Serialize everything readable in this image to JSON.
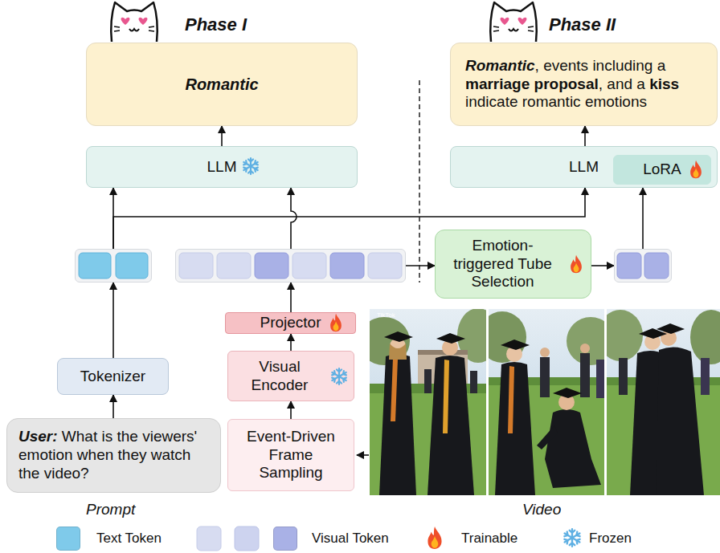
{
  "diagram": {
    "nodes": [
      {
        "text": [
          "Romantic"
        ]
      },
      {
        "text": [
          "LLM"
        ]
      },
      {
        "text": [
          "Romantic",
          ", events including a",
          "marriage proposal",
          ", and a",
          "kiss",
          "indicate romantic emotions"
        ]
      },
      {
        "text": [
          "LLM"
        ]
      },
      {
        "text": [
          "LoRA"
        ],
        "in": 3
      },
      {
        "text": []
      },
      {
        "text": []
      },
      {
        "text": [
          "Emotion-triggered Tube Selection"
        ]
      },
      {
        "text": []
      },
      {
        "text": [
          "Projector"
        ]
      },
      {
        "text": [
          "Tokenizer"
        ]
      },
      {
        "text": [
          "Visual Encoder"
        ]
      },
      {
        "text": [
          "User:",
          "What is the viewers' emotion when they watch the video?"
        ]
      },
      {
        "text": [
          "Event-Driven Frame Sampling"
        ]
      }
    ],
    "edges": [
      {
        "from": 1,
        "to": 0,
        "arrow": "to"
      },
      {
        "from": 5,
        "to": 1,
        "arrow": "to"
      },
      {
        "from": 6,
        "to": 1,
        "arrow": "to"
      },
      {
        "from": 5,
        "to": 3,
        "arrow": "to"
      },
      {
        "from": 8,
        "to": 3,
        "arrow": "to"
      },
      {
        "from": 6,
        "to": 7,
        "arrow": "to"
      },
      {
        "from": 7,
        "to": 8,
        "arrow": "to"
      },
      {
        "from": 10,
        "to": 5,
        "arrow": "to"
      },
      {
        "from": 12,
        "to": 10,
        "arrow": "to"
      },
      {
        "from": 9,
        "to": 6,
        "arrow": "to"
      },
      {
        "from": 11,
        "to": 9,
        "arrow": "to"
      },
      {
        "from": 13,
        "to": 11,
        "arrow": "to"
      },
      {
        "from": 3,
        "to": 2,
        "arrow": "to"
      }
    ],
    "labels": [
      "Phase I",
      "Phase II",
      "Prompt",
      "Video",
      "TikTok"
    ],
    "legend": [
      {
        "text": "Text Token",
        "color": "#7fcaea"
      },
      {
        "text": "Visual Token",
        "color": "#a9b1e6"
      },
      {
        "text": "Trainable"
      },
      {
        "text": "Frozen"
      }
    ]
  }
}
